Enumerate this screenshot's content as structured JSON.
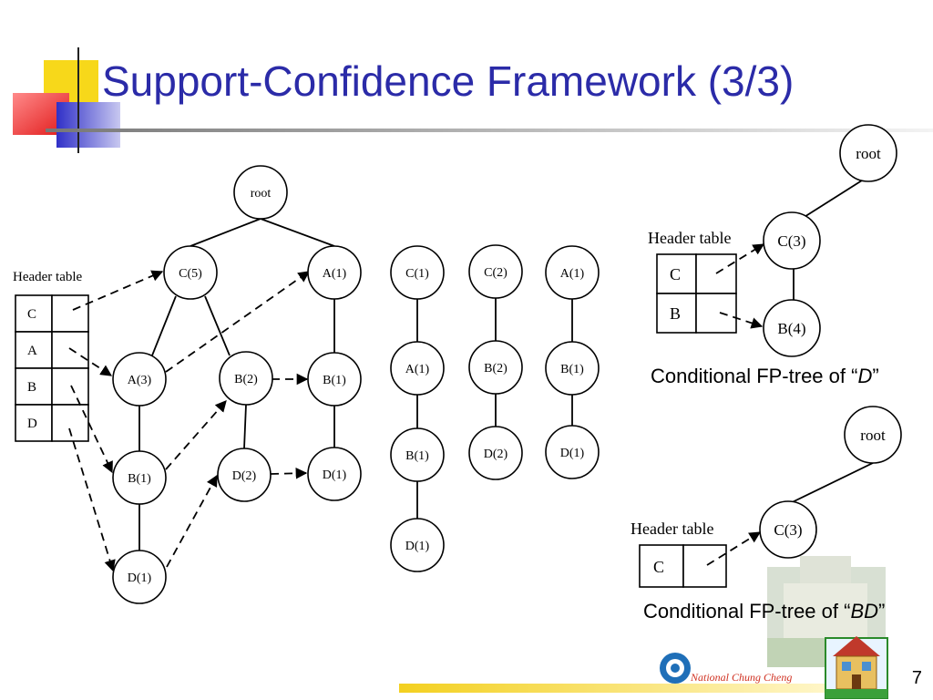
{
  "slide": {
    "title": "Support-Confidence Framework (3/3)",
    "page_number": "7",
    "footer_logo_text": "National Chung Cheng"
  },
  "main_tree": {
    "header_table_label": "Header table",
    "header_items": [
      "C",
      "A",
      "B",
      "D"
    ],
    "nodes": {
      "root": "root",
      "c5": "C(5)",
      "a1_top": "A(1)",
      "a3": "A(3)",
      "b2": "B(2)",
      "b1_right": "B(1)",
      "b1_left": "B(1)",
      "d2": "D(2)",
      "d1_right": "D(1)",
      "d1_left": "D(1)"
    }
  },
  "paths": [
    [
      "C(1)",
      "A(1)",
      "B(1)",
      "D(1)"
    ],
    [
      "C(2)",
      "B(2)",
      "D(2)"
    ],
    [
      "A(1)",
      "B(1)",
      "D(1)"
    ]
  ],
  "cond_d": {
    "header_table_label": "Header table",
    "header_items": [
      "C",
      "B"
    ],
    "nodes": {
      "root": "root",
      "c": "C(3)",
      "b": "B(4)"
    },
    "caption_prefix": "Conditional FP-tree of “",
    "caption_item": "D",
    "caption_suffix": "”"
  },
  "cond_bd": {
    "header_table_label": "Header table",
    "header_items": [
      "C"
    ],
    "nodes": {
      "root": "root",
      "c": "C(3)"
    },
    "caption_prefix": "Conditional FP-tree of “",
    "caption_item": "BD",
    "caption_suffix": "”"
  },
  "colors": {
    "title": "#2b2ba8",
    "accent_yellow": "#f7d81a",
    "accent_red": "#f0353b",
    "accent_blue": "#3b3bd0"
  }
}
